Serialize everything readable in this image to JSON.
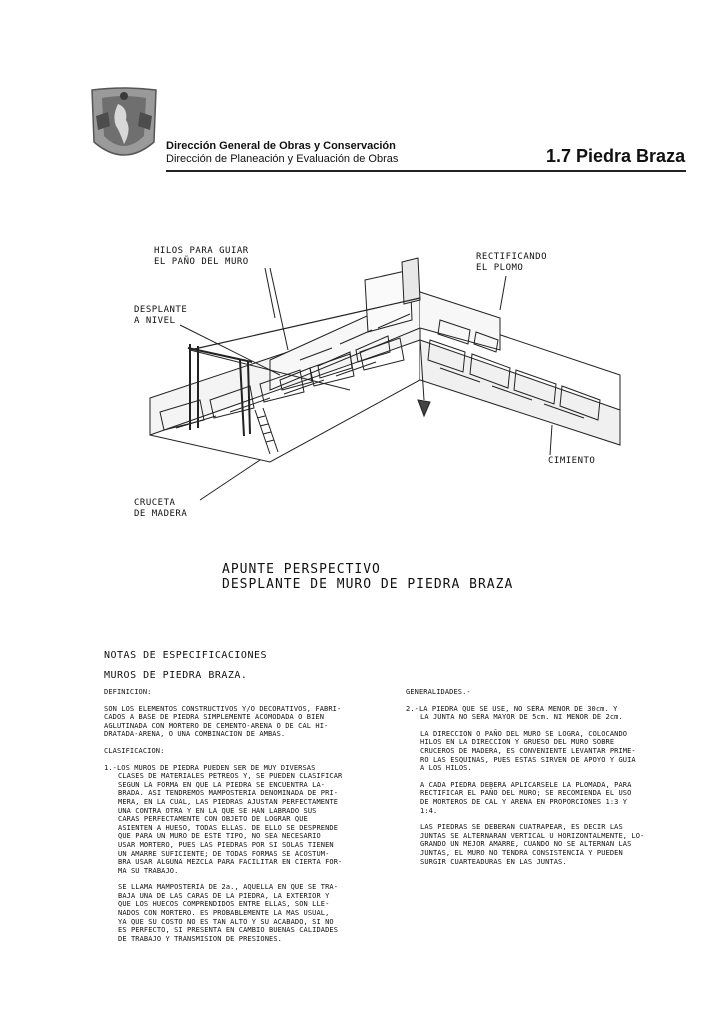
{
  "header": {
    "org_line1": "Dirección General de Obras y Conservación",
    "org_line2": "Dirección de Planeación y Evaluación de Obras",
    "section_title": "1.7 Piedra Braza"
  },
  "drawing": {
    "label_hilos": "HILOS PARA GUIAR\nEL PAÑO DEL MURO",
    "label_rectificando": "RECTIFICANDO\nEL PLOMO",
    "label_desplante": "DESPLANTE\nA NIVEL",
    "label_cimiento": "CIMIENTO",
    "label_cruceta": "CRUCETA\nDE MADERA",
    "caption_line1": "APUNTE PERSPECTIVO",
    "caption_line2": "DESPLANTE DE MURO DE PIEDRA BRAZA"
  },
  "notes": {
    "title": "NOTAS DE ESPECIFICACIONES",
    "subtitle": "MUROS DE PIEDRA BRAZA.",
    "left": {
      "def_heading": "DEFINICION:",
      "def_text": "SON LOS ELEMENTOS CONSTRUCTIVOS Y/O DECORATIVOS, FABRI-\nCADOS A BASE DE PIEDRA SIMPLEMENTE ACOMODADA O BIEN\nAGLUTINADA CON MORTERO DE CEMENTO-ARENA O DE CAL HI-\nDRATADA-ARENA, O UNA COMBINACION DE AMBAS.",
      "clas_heading": "CLASIFICACION:",
      "clas_1": "1.-LOS MUROS DE PIEDRA PUEDEN SER DE MUY DIVERSAS\nCLASES DE MATERIALES PETREOS Y, SE PUEDEN CLASIFICAR\nSEGUN LA FORMA EN QUE LA PIEDRA SE ENCUENTRA LA-\nBRADA. ASI TENDREMOS MAMPOSTERIA DENOMINADA DE PRI-\nMERA, EN LA CUAL, LAS PIEDRAS AJUSTAN PERFECTAMENTE\nUNA CONTRA OTRA Y EN LA QUE SE HAN LABRADO SUS\nCARAS PERFECTAMENTE CON OBJETO DE LOGRAR QUE\nASIENTEN A HUESO, TODAS ELLAS. DE ELLO SE DESPRENDE\nQUE PARA UN MURO DE ESTE TIPO, NO SEA NECESARIO\nUSAR MORTERO, PUES LAS PIEDRAS POR SI SOLAS TIENEN\nUN AMARRE SUFICIENTE; DE TODAS FORMAS SE ACOSTUM-\nBRA USAR ALGUNA MEZCLA PARA FACILITAR EN CIERTA FOR-\nMA SU TRABAJO.",
      "clas_2": "SE LLAMA MAMPOSTERIA DE 2a., AQUELLA EN QUE SE TRA-\nBAJA UNA DE LAS CARAS DE LA PIEDRA, LA EXTERIOR Y\nQUE LOS HUECOS COMPRENDIDOS ENTRE ELLAS, SON LLE-\nNADOS CON MORTERO. ES PROBABLEMENTE LA MAS USUAL,\nYA QUE SU COSTO NO ES TAN ALTO Y SU ACABADO, SI NO\nES PERFECTO, SI PRESENTA EN CAMBIO BUENAS CALIDADES\nDE TRABAJO Y TRANSMISION DE PRESIONES."
    },
    "right": {
      "gen_heading": "GENERALIDADES.-",
      "gen_1": "2.-LA PIEDRA QUE SE USE, NO SERA MENOR DE 30cm. Y\nLA JUNTA NO SERA MAYOR DE 5cm. NI MENOR DE 2cm.",
      "gen_2": "LA DIRECCION O PAÑO DEL MURO SE LOGRA, COLOCANDO\nHILOS EN LA DIRECCION Y GRUESO DEL MURO SOBRE\nCRUCEROS DE MADERA, ES CONVENIENTE LEVANTAR PRIME-\nRO LAS ESQUINAS, PUES ESTAS SIRVEN DE APOYO Y GUIA\nA LOS HILOS.",
      "gen_3": "A CADA PIEDRA DEBERA APLICARSELE LA PLOMADA, PARA\nRECTIFICAR EL PAÑO DEL MURO; SE RECOMIENDA EL USO\nDE MORTEROS DE CAL Y ARENA EN PROPORCIONES 1:3 Y\n1:4.",
      "gen_4": "LAS PIEDRAS SE DEBERAN CUATRAPEAR, ES DECIR LAS\nJUNTAS SE ALTERNARAN VERTICAL U HORIZONTALMENTE, LO-\nGRANDO UN MEJOR AMARRE, CUANDO NO SE ALTERNAN LAS\nJUNTAS, EL MURO NO TENDRA CONSISTENCIA Y PUEDEN\nSURGIR CUARTEADURAS EN LAS JUNTAS."
    }
  }
}
